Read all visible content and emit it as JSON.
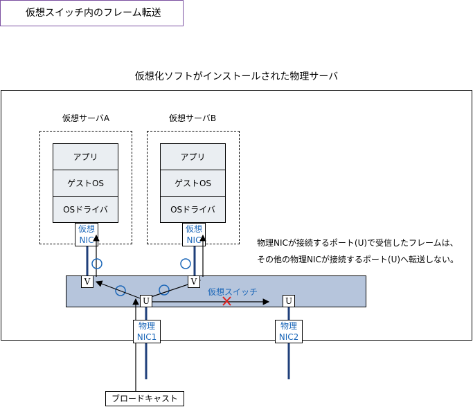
{
  "title": "仮想スイッチ内のフレーム転送",
  "server_title": "仮想化ソフトがインストールされた物理サーバ",
  "vms": [
    {
      "label": "仮想サーバA",
      "layers": [
        "アプリ",
        "ゲストOS",
        "OSドライバ"
      ],
      "vnic": [
        "仮想",
        "NIC"
      ]
    },
    {
      "label": "仮想サーバB",
      "layers": [
        "アプリ",
        "ゲストOS",
        "OSドライバ"
      ],
      "vnic": [
        "仮想",
        "NIC"
      ]
    }
  ],
  "switch_label": "仮想スイッチ",
  "ports": {
    "v_left": "V",
    "v_right": "V",
    "u_center": "U",
    "u_right": "U"
  },
  "physical_nics": [
    {
      "line1": "物理",
      "line2": "NIC1"
    },
    {
      "line1": "物理",
      "line2": "NIC2"
    }
  ],
  "note": {
    "line1": "物理NICが接続するポート(U)で受信したフレームは、",
    "line2": "その他の物理NICが接続するポート(U)へ転送しない。"
  },
  "broadcast": "ブロードキャスト",
  "colors": {
    "accent_blue": "#1a66b8",
    "switch_fill": "#b6c5dc",
    "cross_red": "#e0201b",
    "title_border": "#7a4fa0"
  }
}
